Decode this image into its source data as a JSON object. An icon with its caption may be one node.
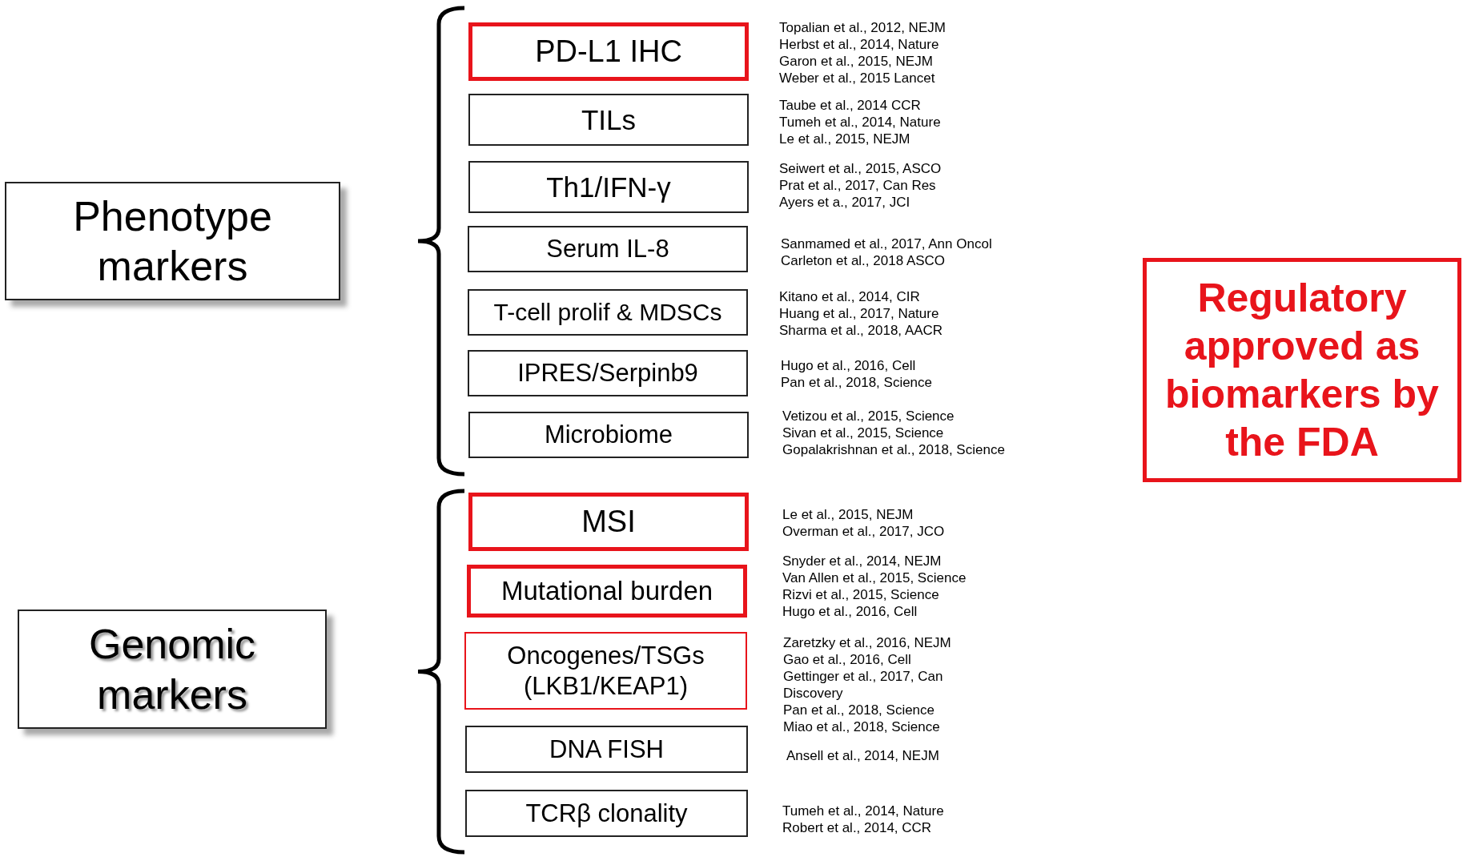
{
  "diagram": {
    "nodes": [
      {
        "text": [
          "Phenotype markers"
        ]
      },
      {
        "text": [
          "Genomic markers"
        ]
      },
      {
        "text": [
          "PD-L1 IHC"
        ],
        "beside": [
          "Topalian et al., 2012, NEJM",
          "Herbst et al., 2014, Nature",
          "Garon et al., 2015, NEJM",
          "Weber et al., 2015 Lancet"
        ]
      },
      {
        "text": [
          "TILs"
        ],
        "beside": [
          "Taube et al., 2014 CCR",
          "Tumeh et al., 2014, Nature",
          "Le et al., 2015, NEJM"
        ]
      },
      {
        "text": [
          "Th1/IFN-γ"
        ],
        "beside": [
          "Seiwert et al., 2015, ASCO",
          "Prat et al., 2017, Can Res",
          "Ayers et a., 2017, JCI"
        ]
      },
      {
        "text": [
          "Serum IL-8"
        ],
        "beside": [
          "Sanmamed et al., 2017, Ann Oncol",
          "Carleton et al., 2018 ASCO"
        ]
      },
      {
        "text": [
          "T-cell prolif & MDSCs"
        ],
        "beside": [
          "Kitano et al., 2014, CIR",
          "Huang et al., 2017, Nature",
          "Sharma et al., 2018, AACR"
        ]
      },
      {
        "text": [
          "IPRES/Serpinb9"
        ],
        "beside": [
          "Hugo et al., 2016, Cell",
          "Pan et al., 2018, Science"
        ]
      },
      {
        "text": [
          "Microbiome"
        ],
        "beside": [
          "Vetizou et al., 2015, Science",
          "Sivan et al., 2015, Science",
          "Gopalakrishnan et al., 2018, Science"
        ]
      },
      {
        "text": [
          "MSI"
        ],
        "beside": [
          "Le et al., 2015, NEJM",
          "Overman et al., 2017, JCO"
        ]
      },
      {
        "text": [
          "Mutational burden"
        ],
        "beside": [
          "Snyder et al., 2014, NEJM",
          "Van Allen et al., 2015, Science",
          "Rizvi et al., 2015, Science",
          "Hugo et al., 2016, Cell"
        ]
      },
      {
        "text": [
          "Oncogenes/TSGs (LKB1/KEAP1)"
        ],
        "beside": [
          "Zaretzky et al., 2016, NEJM",
          "Gao et al., 2016, Cell",
          "Gettinger et al., 2017, Can Discovery",
          "Pan et al., 2018, Science",
          "Miao et al., 2018, Science"
        ]
      },
      {
        "text": [
          "DNA FISH"
        ],
        "beside": [
          "Ansell et al., 2014, NEJM"
        ]
      },
      {
        "text": [
          "TCRβ clonality"
        ],
        "beside": [
          "Tumeh et al., 2014, Nature",
          "Robert et al., 2014, CCR"
        ]
      },
      {
        "text": [
          "Regulatory approved as biomarkers by the FDA"
        ]
      }
    ]
  }
}
